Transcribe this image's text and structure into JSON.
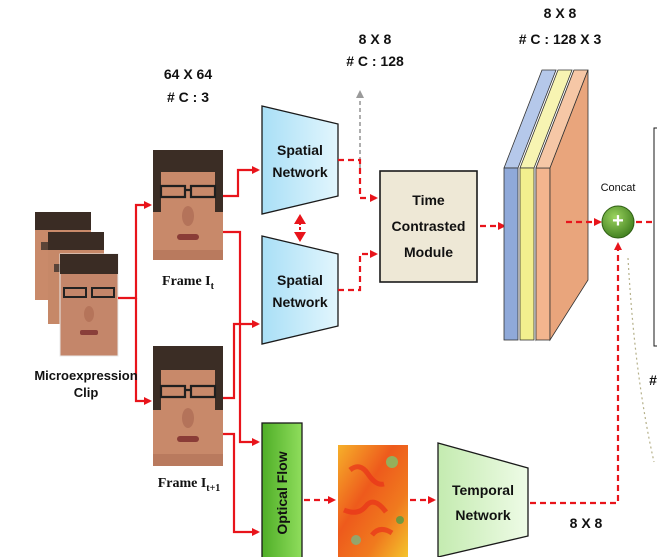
{
  "diagram": {
    "input": {
      "label_line1": "Microexpression",
      "label_line2": "Clip"
    },
    "frames": {
      "frame_t": {
        "label": "Frame I",
        "sub": "t"
      },
      "frame_t1": {
        "label": "Frame I",
        "sub": "t+1"
      },
      "dims_line1": "64 X 64",
      "dims_line2": "# C : 3"
    },
    "spatial_top": {
      "line1": "Spatial",
      "line2": "Network"
    },
    "spatial_bottom": {
      "line1": "Spatial",
      "line2": "Network"
    },
    "spatial_out_dims": {
      "line1": "8  X  8",
      "line2": "# C : 128"
    },
    "tcm": {
      "line1": "Time",
      "line2": "Contrasted",
      "line3": "Module"
    },
    "stack_dims": {
      "line1": "8  X  8",
      "line2": "# C : 128 X 3"
    },
    "concat": {
      "label": "Concat",
      "symbol": "+"
    },
    "optical_flow": {
      "label": "Optical Flow"
    },
    "temporal": {
      "line1": "Temporal",
      "line2": "Network"
    },
    "temporal_dims": {
      "label": "8  X  8"
    },
    "edge_fragment": {
      "label": "#"
    }
  },
  "colors": {
    "arrow_red": "#e8141b",
    "arrow_gray": "#9a9a9a",
    "spatial_fill": "#c7ecfa",
    "tcm_fill": "#eee8d6",
    "temporal_fill": "#d8f3c8",
    "optical_fill": "#6bc43a",
    "concat_fill": "#5a9c2a",
    "slab_blue": "#8fa9d9",
    "slab_yellow": "#f2ef8e",
    "slab_peach": "#f3b58e"
  }
}
